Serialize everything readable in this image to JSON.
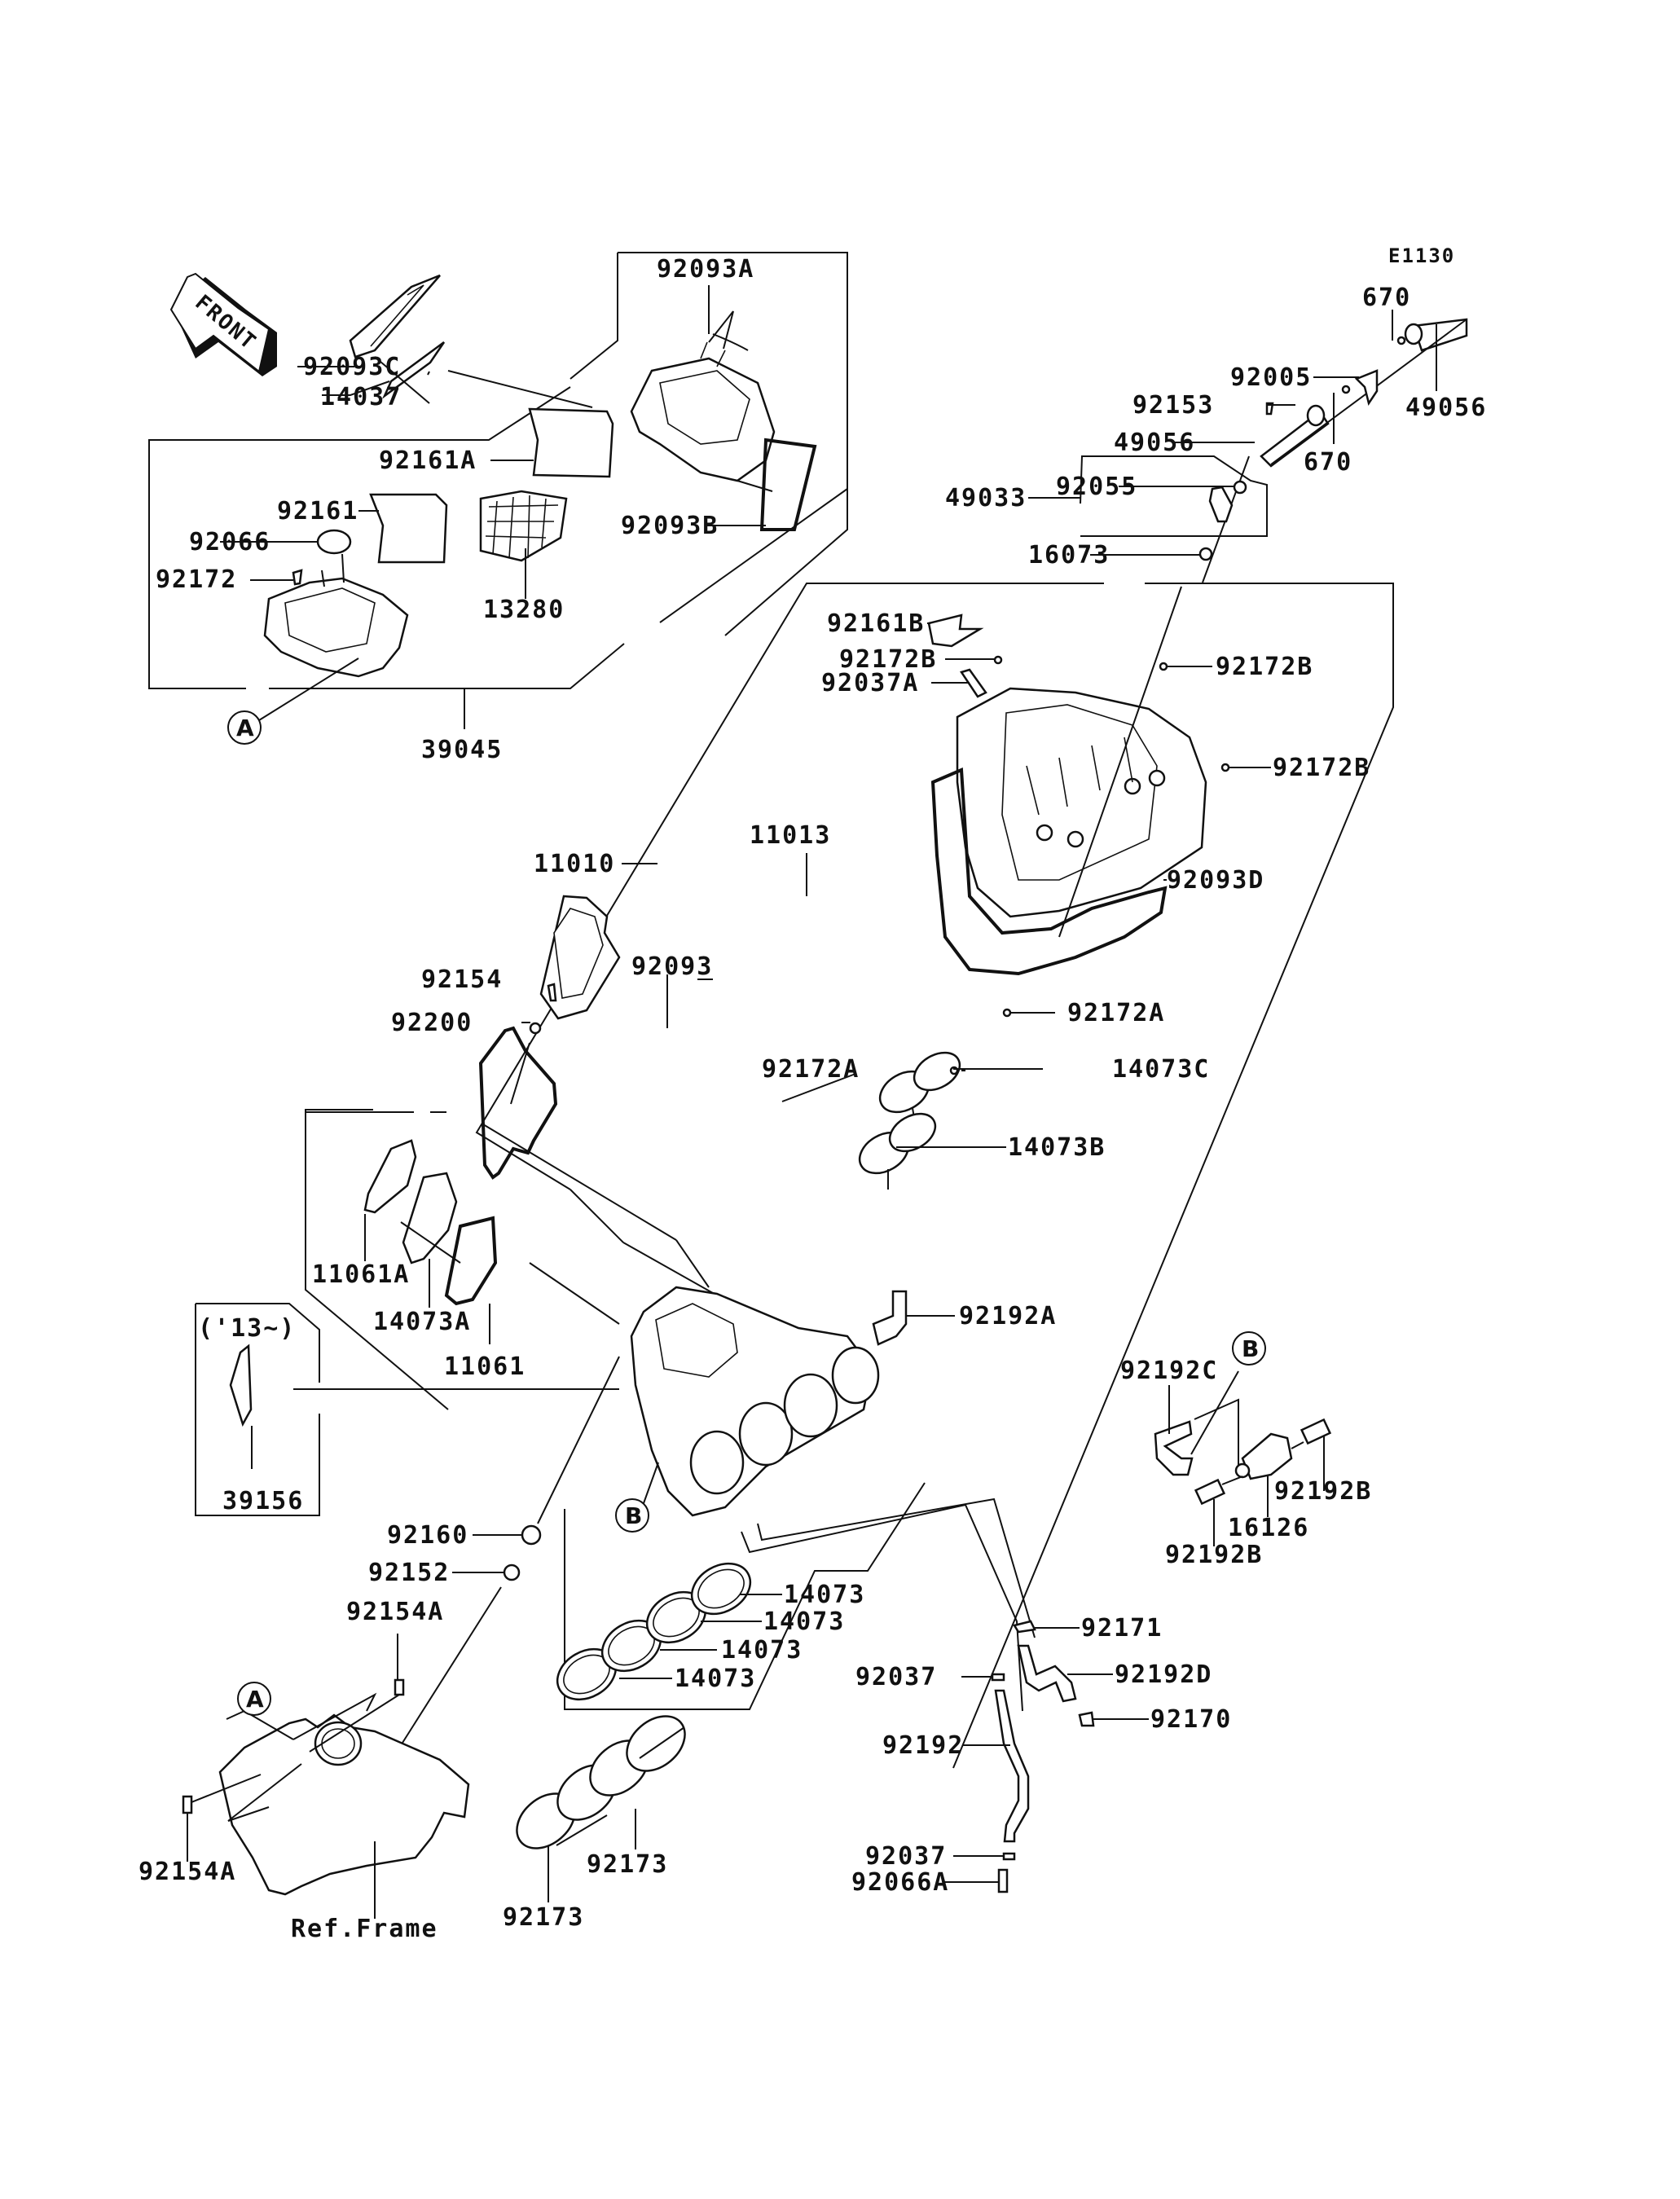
{
  "diagram": {
    "code": "E1130",
    "front_arrow_label": "FRONT",
    "ref_markers": [
      "A",
      "B"
    ],
    "year_note": "('13~)",
    "ref_frame_label": "Ref.Frame"
  },
  "labels": {
    "p92093A": "92093A",
    "p92093C": "92093C",
    "p14037": "14037",
    "p92161A": "92161A",
    "p92093B": "92093B",
    "p92161": "92161",
    "p92066": "92066",
    "p92172": "92172",
    "p13280": "13280",
    "p39045": "39045",
    "p670a": "670",
    "p92005": "92005",
    "p49056a": "49056",
    "p92153": "92153",
    "p49056b": "49056",
    "p670b": "670",
    "p49033": "49033",
    "p92055": "92055",
    "p16073": "16073",
    "p92161B": "92161B",
    "p92172Ba": "92172B",
    "p92037A": "92037A",
    "p92172Bb": "92172B",
    "p92172Bc": "92172B",
    "p92093D": "92093D",
    "p11010": "11010",
    "p11013": "11013",
    "p92154": "92154",
    "p92200": "92200",
    "p92093": "92093",
    "p92172Aa": "92172A",
    "p14073C": "14073C",
    "p92172Ab": "92172A",
    "p14073B": "14073B",
    "p11061A": "11061A",
    "p14073A": "14073A",
    "p11061": "11061",
    "p92192A": "92192A",
    "p39156": "39156",
    "p92192C": "92192C",
    "p92192Ba": "92192B",
    "p16126": "16126",
    "p92192Bb": "92192B",
    "p92160": "92160",
    "p92152": "92152",
    "p14073a": "14073",
    "p14073b": "14073",
    "p14073c": "14073",
    "p14073d": "14073",
    "p92171": "92171",
    "p92154Aa": "92154A",
    "p92037a": "92037",
    "p92192D": "92192D",
    "p92170": "92170",
    "p92192": "92192",
    "p92154Ab": "92154A",
    "p92173a": "92173",
    "p92173b": "92173",
    "p92037b": "92037",
    "p92066A": "92066A"
  }
}
